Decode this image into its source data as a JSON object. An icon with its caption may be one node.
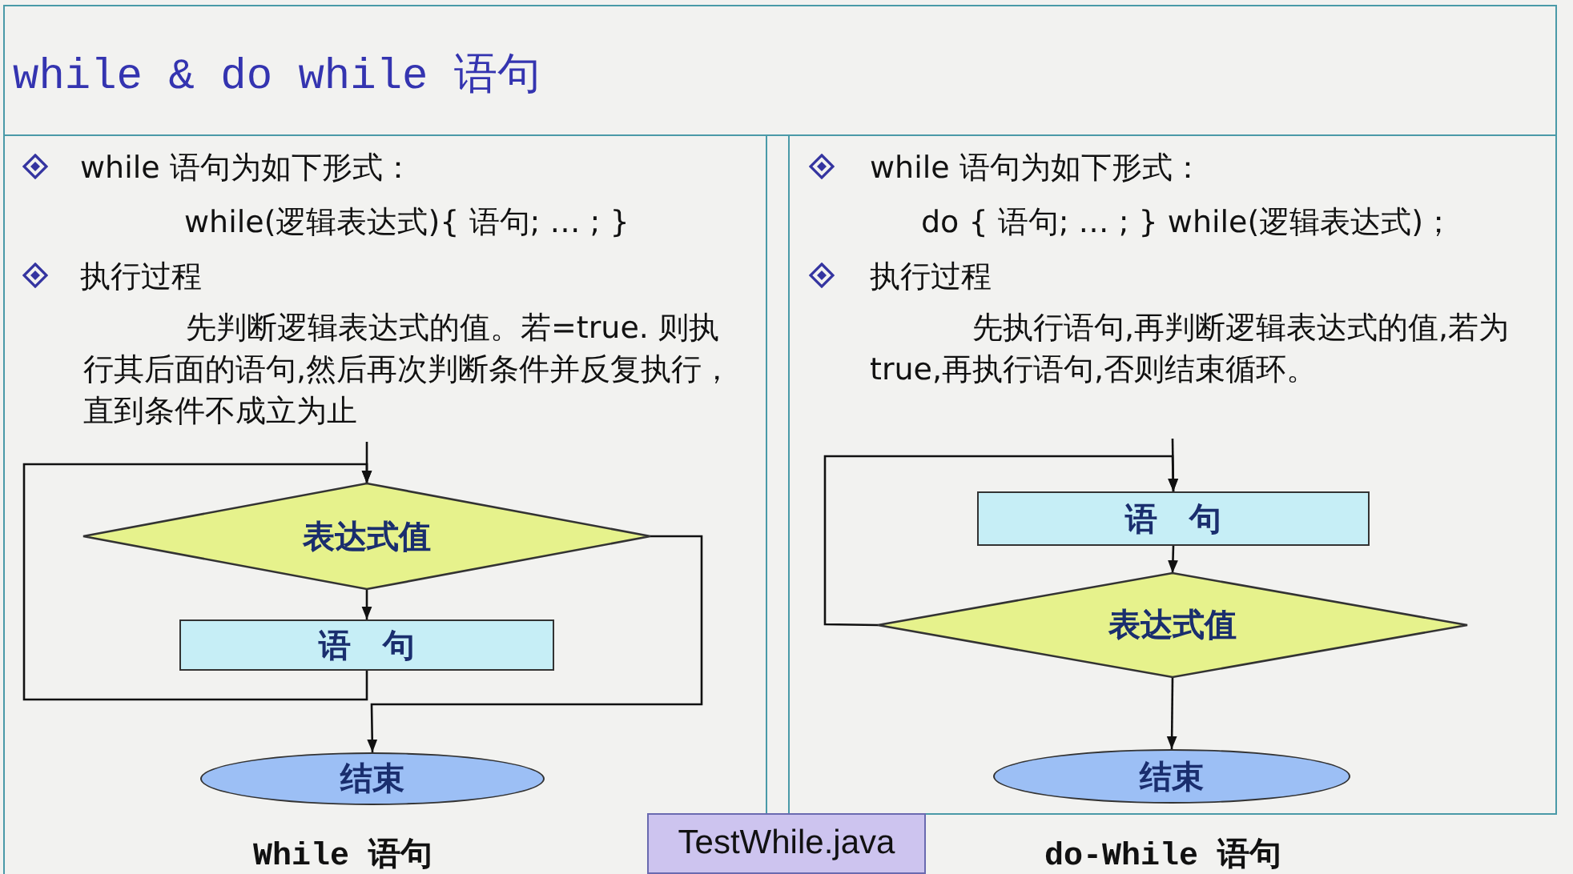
{
  "diagram": {
    "title": "while & do while 语句",
    "nodes": [
      {
        "text": [
          "表达式值"
        ]
      },
      {
        "text": [
          "语　句"
        ]
      },
      {
        "text": [
          "结束"
        ]
      },
      {
        "text": [
          "语　句"
        ]
      },
      {
        "text": [
          "表达式值"
        ]
      },
      {
        "text": [
          "结束"
        ]
      },
      {
        "text": [
          "TestWhile.java"
        ]
      }
    ],
    "edges": [
      {
        "from": null,
        "to": 0,
        "arrow": "to"
      },
      {
        "from": 0,
        "to": 1,
        "arrow": "to"
      },
      {
        "from": 1,
        "to": 0,
        "arrow": "to"
      },
      {
        "from": 0,
        "to": 2,
        "arrow": "to"
      },
      {
        "from": null,
        "to": 3,
        "arrow": "to"
      },
      {
        "from": 3,
        "to": 4,
        "arrow": "to"
      },
      {
        "from": 4,
        "to": 3,
        "arrow": "to"
      },
      {
        "from": 4,
        "to": 5,
        "arrow": "to"
      }
    ],
    "labels": [
      "while 语句为如下形式：",
      "while(逻辑表达式){ 语句; … ; }",
      "执行过程",
      "先判断逻辑表达式的值。若=true. 则执行其后面的语句,然后再次判断条件并反复执行，直到条件不成立为止",
      "while 语句为如下形式：",
      "do { 语句; … ; } while(逻辑表达式)；",
      "执行过程",
      "先执行语句,再判断逻辑表达式的值,若为true,再执行语句,否则结束循环。",
      "While 语句",
      "do-While 语句"
    ]
  }
}
